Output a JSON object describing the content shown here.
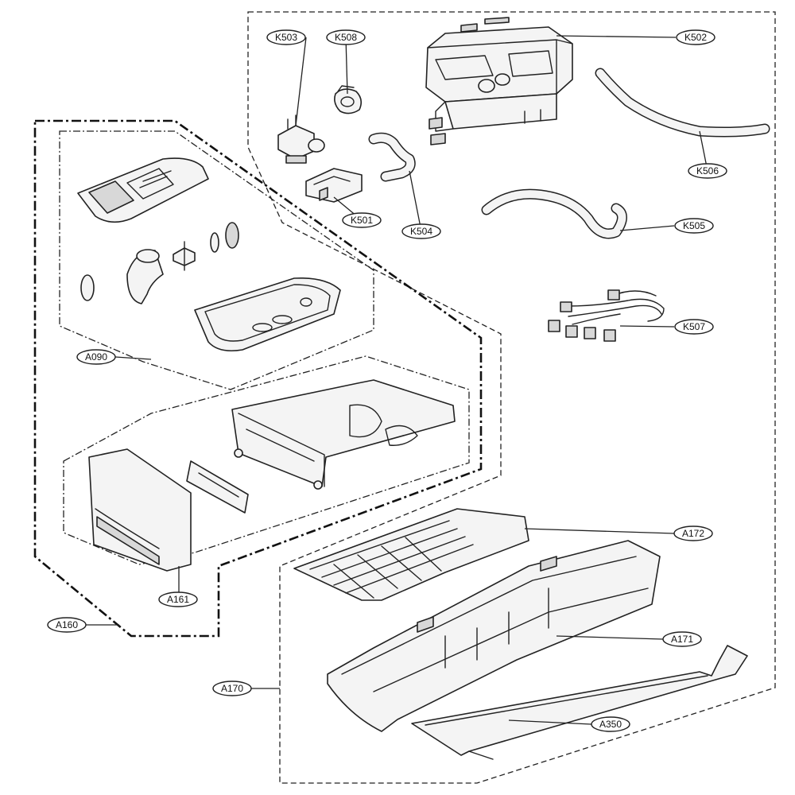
{
  "callouts": [
    {
      "id": "K503",
      "label": "K503"
    },
    {
      "id": "K508",
      "label": "K508"
    },
    {
      "id": "K502",
      "label": "K502"
    },
    {
      "id": "K506",
      "label": "K506"
    },
    {
      "id": "K501",
      "label": "K501"
    },
    {
      "id": "K504",
      "label": "K504"
    },
    {
      "id": "K505",
      "label": "K505"
    },
    {
      "id": "K507",
      "label": "K507"
    },
    {
      "id": "A090",
      "label": "A090"
    },
    {
      "id": "A172",
      "label": "A172"
    },
    {
      "id": "A161",
      "label": "A161"
    },
    {
      "id": "A160",
      "label": "A160"
    },
    {
      "id": "A171",
      "label": "A171"
    },
    {
      "id": "A170",
      "label": "A170"
    },
    {
      "id": "A350",
      "label": "A350"
    }
  ]
}
